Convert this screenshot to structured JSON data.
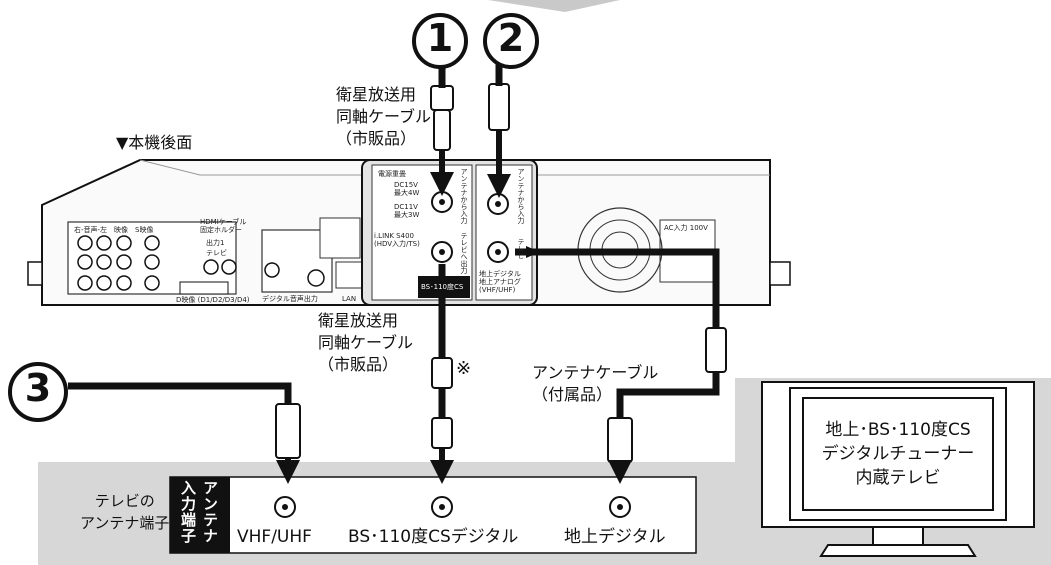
{
  "labels": {
    "cable_sat_top": "衛星放送用\n同軸ケーブル\n（市販品）",
    "cable_sat_mid": "衛星放送用\n同軸ケーブル\n（市販品）",
    "asterisk": "※",
    "unit_rear": "▼本機後面",
    "antenna_cable": "アンテナケーブル\n（付属品）",
    "tv_antenna_terminal": "テレビの\nアンテナ端子",
    "input_terminal_1": "アンテナ",
    "input_terminal_2": "入力端子"
  },
  "steps": {
    "one": "1",
    "two": "2",
    "three": "3"
  },
  "terminals": {
    "vhf": "VHF/UHF",
    "bs": "BS･110度CSデジタル",
    "chideji": "地上デジタル"
  },
  "tv_screen": "地上･BS･110度CS\nデジタルチューナー\n内蔵テレビ",
  "panel": {
    "power": "電源重畳",
    "dc15": "DC15V\n最大4W",
    "dc11": "DC11V\n最大3W",
    "ant_in_bs": "アンテナから入力",
    "ant_in_ter": "アンテナから入力",
    "tv_out_bs": "テレビへ出力",
    "tv_out_ter": "テレビ",
    "ilink": "i.LINK S400\n(HDV入力/TS)",
    "bs_label": "BS･110度CS",
    "ter_label": "地上デジタル\n地上アナログ\n(VHF/UHF)",
    "ac": "AC入力 100V",
    "lan": "LAN",
    "digital_audio": "デジタル音声出力",
    "d_video": "D映像 (D1/D2/D3/D4)",
    "hdmi": "HDMIケーブル\n固定ホルダー",
    "out1": "出力1",
    "tele": "テレビ",
    "in_l_r": "右-音声-左　映像　S映像"
  }
}
